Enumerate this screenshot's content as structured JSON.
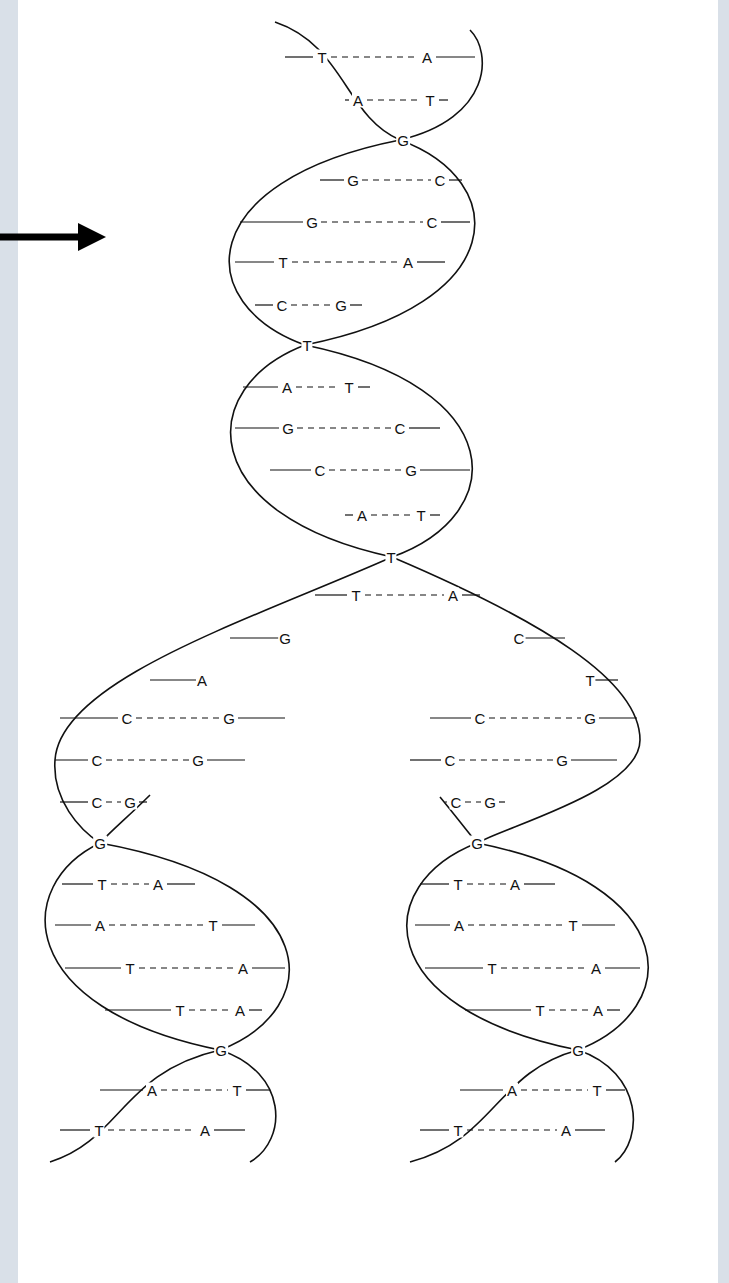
{
  "diagram": {
    "labels": [
      "T",
      "A",
      "A",
      "T",
      "G",
      "G",
      "C",
      "G",
      "C",
      "T",
      "A",
      "C",
      "G",
      "T",
      "A",
      "T",
      "G",
      "C",
      "C",
      "G",
      "A",
      "T",
      "T",
      "T",
      "A",
      "G",
      "C",
      "A",
      "T",
      "C",
      "G",
      "C",
      "G",
      "C",
      "G",
      "C",
      "G",
      "C",
      "G",
      "C",
      "G",
      "G",
      "G",
      "T",
      "A",
      "T",
      "A",
      "A",
      "T",
      "A",
      "T",
      "T",
      "A",
      "T",
      "A",
      "T",
      "A",
      "T",
      "A",
      "G",
      "G",
      "A",
      "T",
      "A",
      "T",
      "T",
      "A",
      "T",
      "A"
    ]
  }
}
